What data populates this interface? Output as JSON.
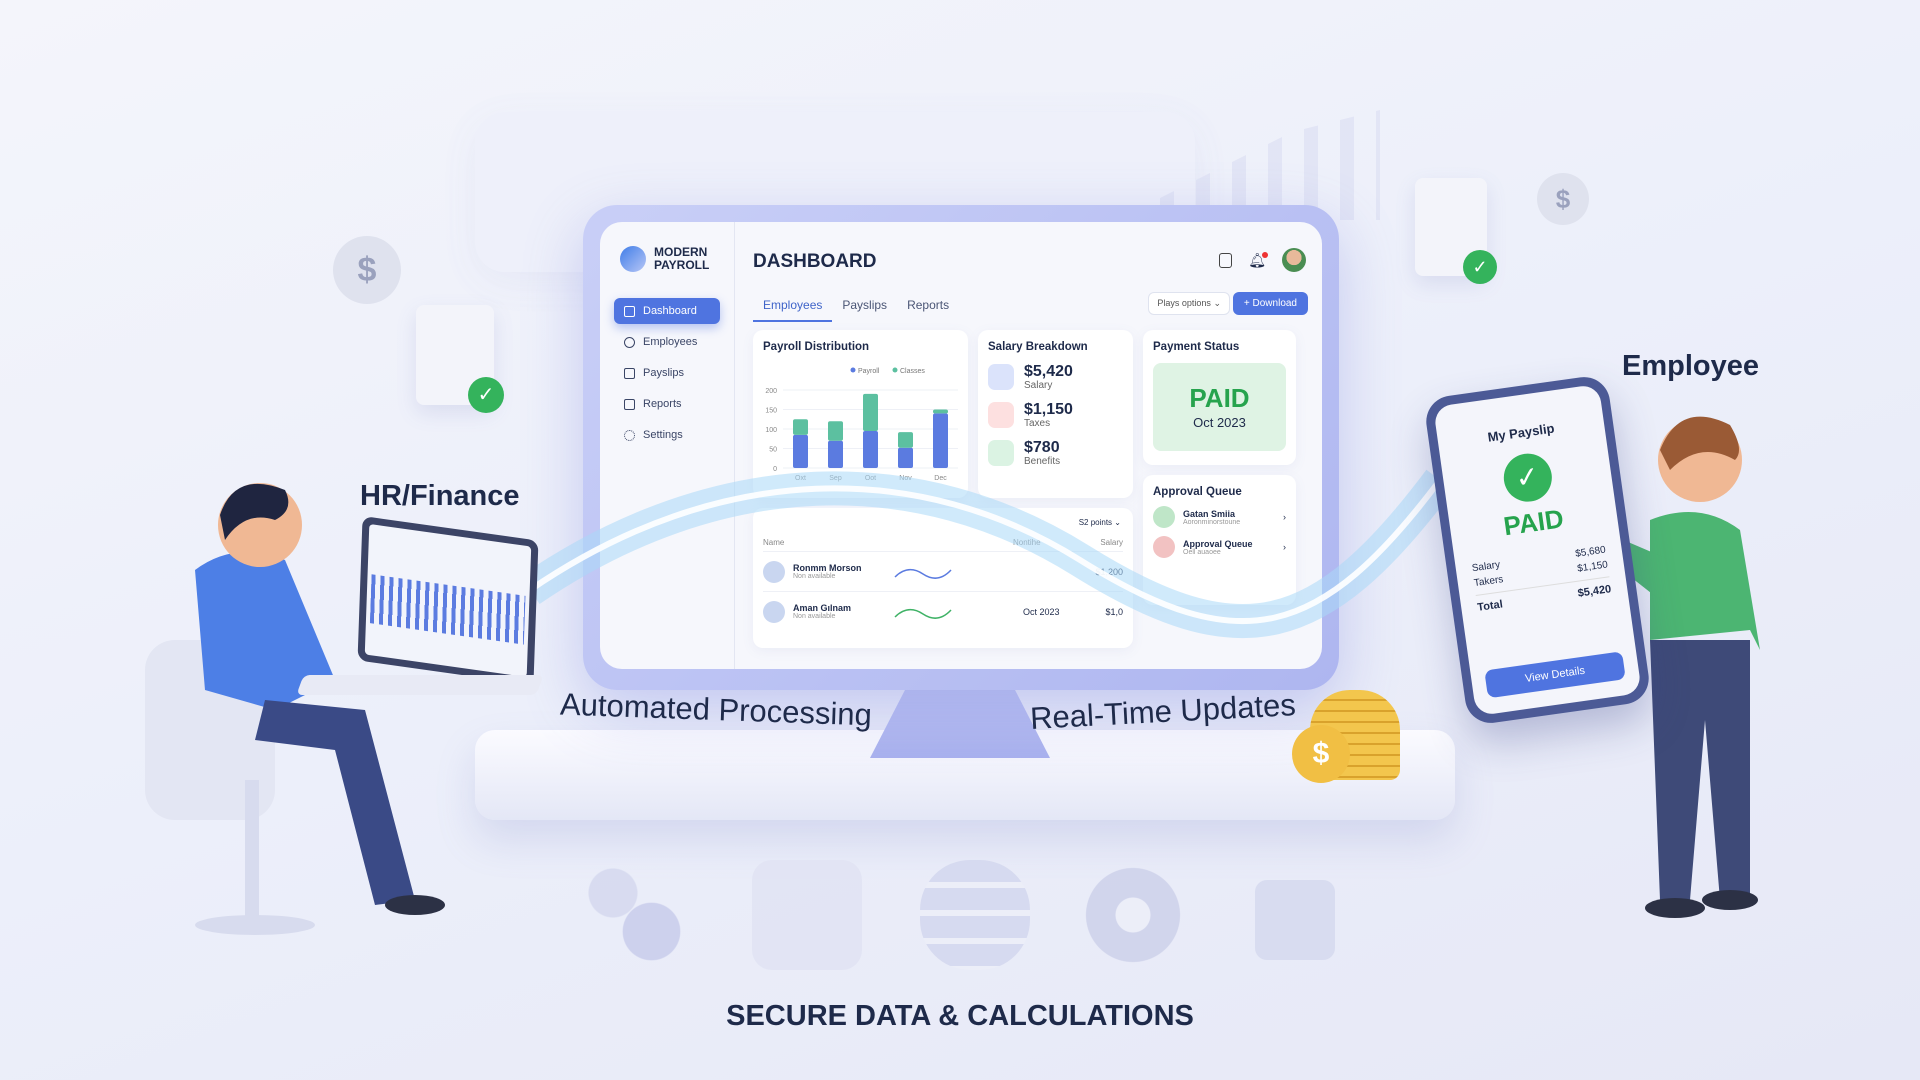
{
  "labels": {
    "hr": "HR/Finance",
    "employee": "Employee",
    "bottom": "SECURE DATA & CALCULATIONS",
    "wave1": "Automated Processing",
    "wave2": "Real-Time Updates"
  },
  "app": {
    "logo_line1": "MODERN",
    "logo_line2": "PAYROLL",
    "title": "DASHBOARD"
  },
  "sidebar": {
    "items": [
      {
        "label": "Dashboard",
        "icon": "grid-icon"
      },
      {
        "label": "Employees",
        "icon": "users-icon"
      },
      {
        "label": "Payslips",
        "icon": "document-icon"
      },
      {
        "label": "Reports",
        "icon": "report-icon"
      },
      {
        "label": "Settings",
        "icon": "gear-icon"
      }
    ]
  },
  "tabs": [
    {
      "label": "Employees"
    },
    {
      "label": "Payslips"
    },
    {
      "label": "Reports"
    }
  ],
  "toolbar": {
    "options": "Plays options",
    "download": "+ Download"
  },
  "chart_data": {
    "type": "bar",
    "title": "Payroll Distribution",
    "categories": [
      "Oxt",
      "Sep",
      "Oot",
      "Nov",
      "Dec"
    ],
    "series": [
      {
        "name": "Payroll",
        "values": [
          85,
          70,
          95,
          52,
          140
        ],
        "color": "#5b7be0"
      },
      {
        "name": "Classes",
        "values": [
          40,
          50,
          95,
          40,
          10
        ],
        "color": "#5cc0a0"
      }
    ],
    "yticks": [
      0,
      50,
      100,
      150,
      200
    ],
    "ylim": [
      0,
      200
    ],
    "stacked": true,
    "legend": "top-right",
    "grid": true
  },
  "salary": {
    "title": "Salary Breakdown",
    "items": [
      {
        "value": "$5,420",
        "label": "Salary",
        "color": "#dbe3fb"
      },
      {
        "value": "$1,150",
        "label": "Taxes",
        "color": "#fde0e0"
      },
      {
        "value": "$780",
        "label": "Benefits",
        "color": "#dbf3e3"
      }
    ]
  },
  "payment": {
    "title": "Payment Status",
    "status": "PAID",
    "date": "Oct 2023"
  },
  "approval": {
    "title": "Approval Queue",
    "items": [
      {
        "name": "Gatan Smiia",
        "sub": "Aoronminorstoune"
      },
      {
        "name": "Approval Queue",
        "sub": "Oell auaoee"
      }
    ]
  },
  "table": {
    "filter": "S2 points",
    "headers": [
      "Name",
      "Nontihe",
      "Salary"
    ],
    "rows": [
      {
        "name": "Ronmm Morson",
        "sub": "Non available",
        "month": "",
        "salary": "$1,200"
      },
      {
        "name": "Aman Gılnam",
        "sub": "Non available",
        "month": "Oct 2023",
        "salary": "$1,0"
      }
    ]
  },
  "phone": {
    "title": "My Payslip",
    "status": "PAID",
    "rows": [
      {
        "label": "Salary",
        "value": "$5,680"
      },
      {
        "label": "Takers",
        "value": "$1,150"
      }
    ],
    "total_label": "Total",
    "total": "$5,420",
    "button": "View Details"
  },
  "colors": {
    "accent": "#4f74e0",
    "paid": "#26a34d"
  }
}
